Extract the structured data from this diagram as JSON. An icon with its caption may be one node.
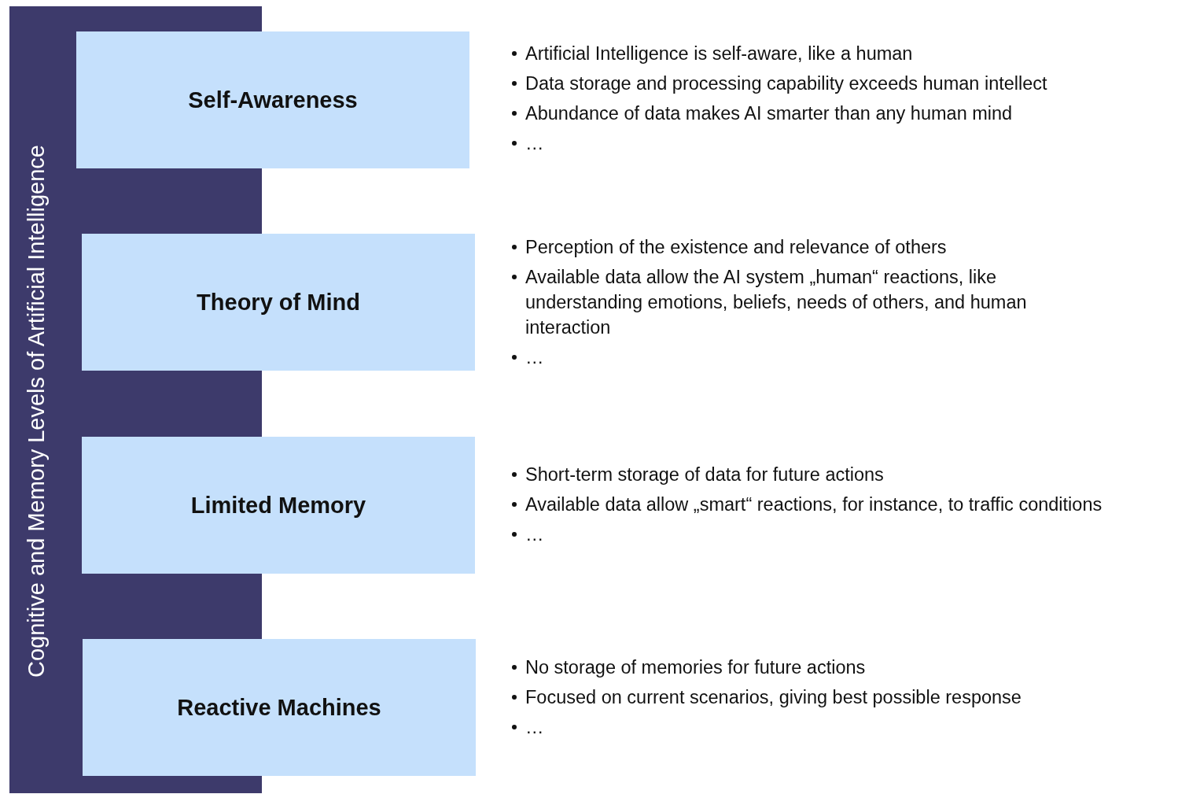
{
  "diagram": {
    "nodes": [
      {
        "text": [
          "Cognitive and Memory Levels of Artificial Intelligence"
        ]
      },
      {
        "text": [
          "Self-Awareness"
        ],
        "beside": [
          "Artificial Intelligence is self-aware, like a human",
          "Data storage and processing capability exceeds human intellect",
          "Abundance of data makes AI smarter than any human mind",
          "…"
        ]
      },
      {
        "text": [
          "Theory of Mind"
        ],
        "beside": [
          "Perception of the existence and relevance of others",
          "Available data allow the AI system „human“ reactions, like understanding emotions, beliefs, needs of others, and human interaction",
          "…"
        ]
      },
      {
        "text": [
          "Limited Memory"
        ],
        "beside": [
          "Short-term storage of data for future actions",
          "Available data allow „smart“ reactions, for instance, to traffic conditions",
          "…"
        ]
      },
      {
        "text": [
          "Reactive Machines"
        ],
        "beside": [
          "No storage of memories for future actions",
          "Focused on current scenarios, giving best possible response",
          "…"
        ]
      }
    ]
  }
}
